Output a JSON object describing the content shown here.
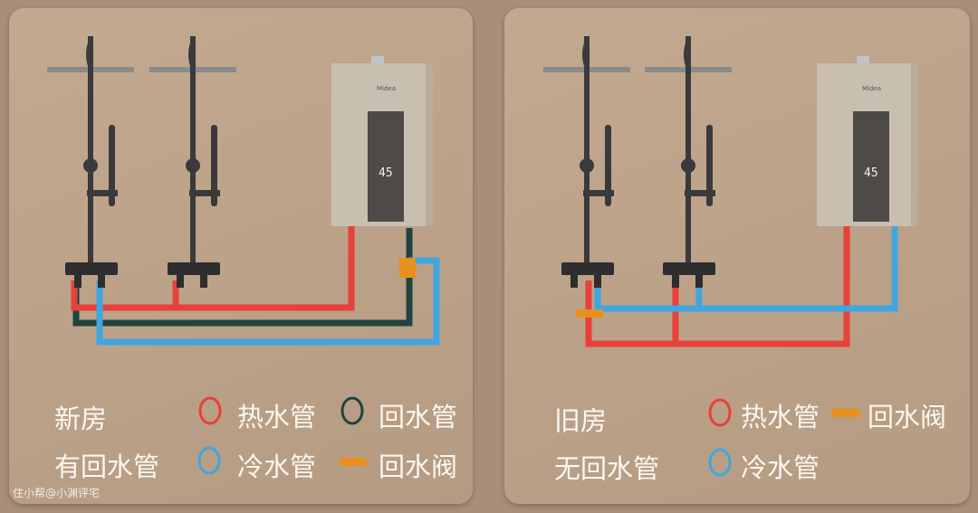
{
  "colors": {
    "hot": "#e8403a",
    "cold": "#3fa6e0",
    "return": "#1f4440",
    "valve": "#e8901e"
  },
  "left": {
    "title1": "新房",
    "title2": "有回水管",
    "legend": {
      "hot": "热水管",
      "return": "回水管",
      "cold": "冷水管",
      "valve": "回水阀"
    }
  },
  "right": {
    "title1": "旧房",
    "title2": "无回水管",
    "legend": {
      "hot": "热水管",
      "valve": "回水阀",
      "cold": "冷水管"
    }
  },
  "heater": {
    "brand": "Midea",
    "display": "45"
  },
  "watermark": "住小帮@小渊评宅"
}
